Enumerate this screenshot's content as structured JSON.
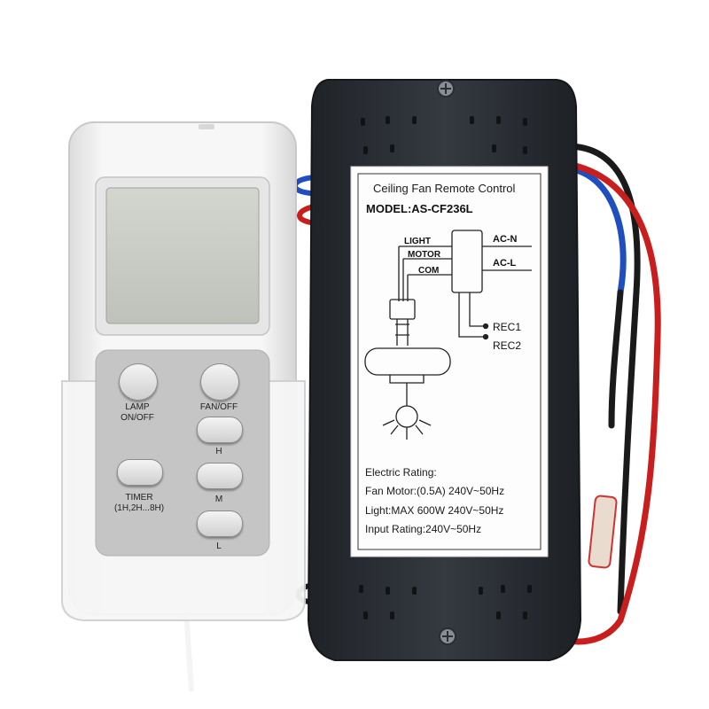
{
  "receiver_label": {
    "title": "Ceiling Fan Remote Control",
    "model": "MODEL:AS-CF236L",
    "wiring": {
      "light": "LIGHT",
      "motor": "MOTOR",
      "com": "COM",
      "ac_n": "AC-N",
      "ac_l": "AC-L",
      "rec1": "REC1",
      "rec2": "REC2"
    },
    "rating_heading": "Electric Rating:",
    "fan_motor": "Fan Motor:(0.5A) 240V~50Hz",
    "light_rating": "Light:MAX 600W 240V~50Hz",
    "input_rating": "Input Rating:240V~50Hz"
  },
  "remote": {
    "lamp_label_1": "LAMP",
    "lamp_label_2": "ON/OFF",
    "fan_label": "FAN/OFF",
    "timer_label_1": "TIMER",
    "timer_label_2": "(1H,2H...8H)",
    "speed_h": "H",
    "speed_m": "M",
    "speed_l": "L"
  },
  "colors": {
    "receiver_body": "#2b2f35",
    "remote_body": "#f2f2f2",
    "lcd": "#c9ccc4",
    "wire_red": "#c81e1e",
    "wire_blue": "#1f4fbf",
    "wire_black": "#1a1a1a"
  }
}
